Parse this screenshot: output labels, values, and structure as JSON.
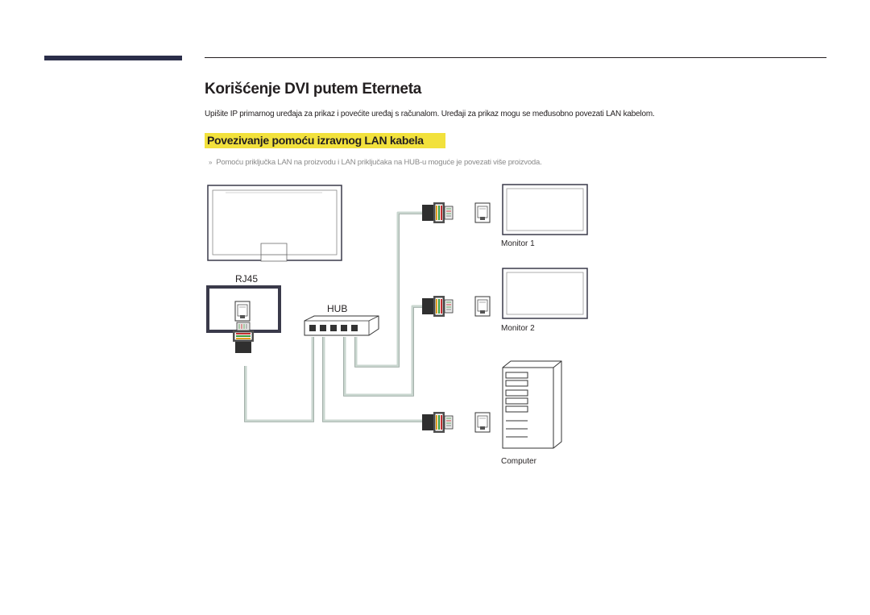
{
  "header": {
    "title": "Korišćenje DVI putem Eterneta"
  },
  "intro_text": "Upišite IP primarnog uređaja za prikaz i povećite uređaj s računalom. Uređaji za prikaz mogu se međusobno povezati LAN kabelom.",
  "section": {
    "heading": "Povezivanje pomoću izravnog LAN kabela",
    "note_marker": "»",
    "note_text": "Pomoću priključka LAN na proizvodu i LAN priključaka na HUB-u moguće je povezati više proizvoda."
  },
  "diagram": {
    "port_label": "RJ45",
    "hub_label": "HUB",
    "monitor1_label": "Monitor 1",
    "monitor2_label": "Monitor 2",
    "computer_label": "Computer"
  },
  "colors": {
    "accent_bar": "#2b2e4a",
    "section_highlight": "#f2e13c",
    "cable": "#c9d6cf",
    "frame": "#3a3a4a"
  }
}
